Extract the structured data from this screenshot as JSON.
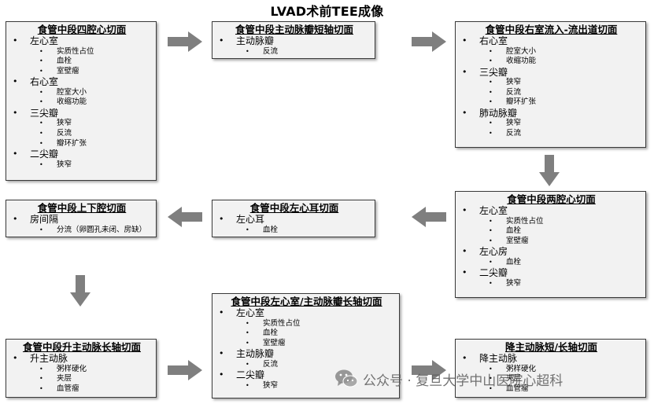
{
  "title": "LVAD术前TEE成像",
  "boxes": {
    "b1": {
      "title": "食管中段四腔心切面",
      "items": [
        {
          "label": "左心室",
          "subs": [
            "实质性占位",
            "血栓",
            "室壁瘤"
          ]
        },
        {
          "label": "右心室",
          "subs": [
            "腔室大小",
            "收缩功能"
          ]
        },
        {
          "label": "三尖瓣",
          "subs": [
            "狭窄",
            "反流",
            "瓣环扩张"
          ]
        },
        {
          "label": "二尖瓣",
          "subs": [
            "狭窄"
          ]
        }
      ]
    },
    "b2": {
      "title": "食管中段主动脉瓣短轴切面",
      "items": [
        {
          "label": "主动脉瓣",
          "subs": [
            "反流"
          ]
        }
      ]
    },
    "b3": {
      "title": "食管中段右室流入-流出道切面",
      "items": [
        {
          "label": "右心室",
          "subs": [
            "腔室大小",
            "收缩功能"
          ]
        },
        {
          "label": "三尖瓣",
          "subs": [
            "狭窄",
            "反流",
            "瓣环扩张"
          ]
        },
        {
          "label": "肺动脉瓣",
          "subs": [
            "狭窄",
            "反流"
          ]
        }
      ]
    },
    "b4": {
      "title": "食管中段两腔心切面",
      "items": [
        {
          "label": "左心室",
          "subs": [
            "实质性占位",
            "血栓",
            "室壁瘤"
          ]
        },
        {
          "label": "左心房",
          "subs": [
            "血栓"
          ]
        },
        {
          "label": "二尖瓣",
          "subs": [
            "狭窄"
          ]
        }
      ]
    },
    "b5": {
      "title": "食管中段左心耳切面",
      "items": [
        {
          "label": "左心耳",
          "subs": [
            "血栓"
          ]
        }
      ]
    },
    "b6": {
      "title": "食管中段上下腔切面",
      "items": [
        {
          "label": "房间隔",
          "subs": [
            "分流（卵圆孔未闭、房缺）"
          ]
        }
      ]
    },
    "b7": {
      "title": "食管中段升主动脉长轴切面",
      "items": [
        {
          "label": "升主动脉",
          "subs": [
            "粥样硬化",
            "夹层",
            "血管瘤"
          ]
        }
      ]
    },
    "b8": {
      "title": "食管中段左心室/主动脉瓣长轴切面",
      "items": [
        {
          "label": "左心室",
          "subs": [
            "实质性占位",
            "血栓",
            "室壁瘤"
          ]
        },
        {
          "label": "主动脉瓣",
          "subs": [
            "反流"
          ]
        },
        {
          "label": "二尖瓣",
          "subs": [
            "狭窄"
          ]
        }
      ]
    },
    "b9": {
      "title": "降主动脉短/长轴切面",
      "items": [
        {
          "label": "降主动脉",
          "subs": [
            "粥样硬化",
            "夹层",
            "血管瘤"
          ]
        }
      ]
    }
  },
  "arrow_color": "#7f7f7f",
  "watermark": {
    "icon": "wechat-icon",
    "text": "公众号 · 复旦大学中山医院心超科"
  }
}
